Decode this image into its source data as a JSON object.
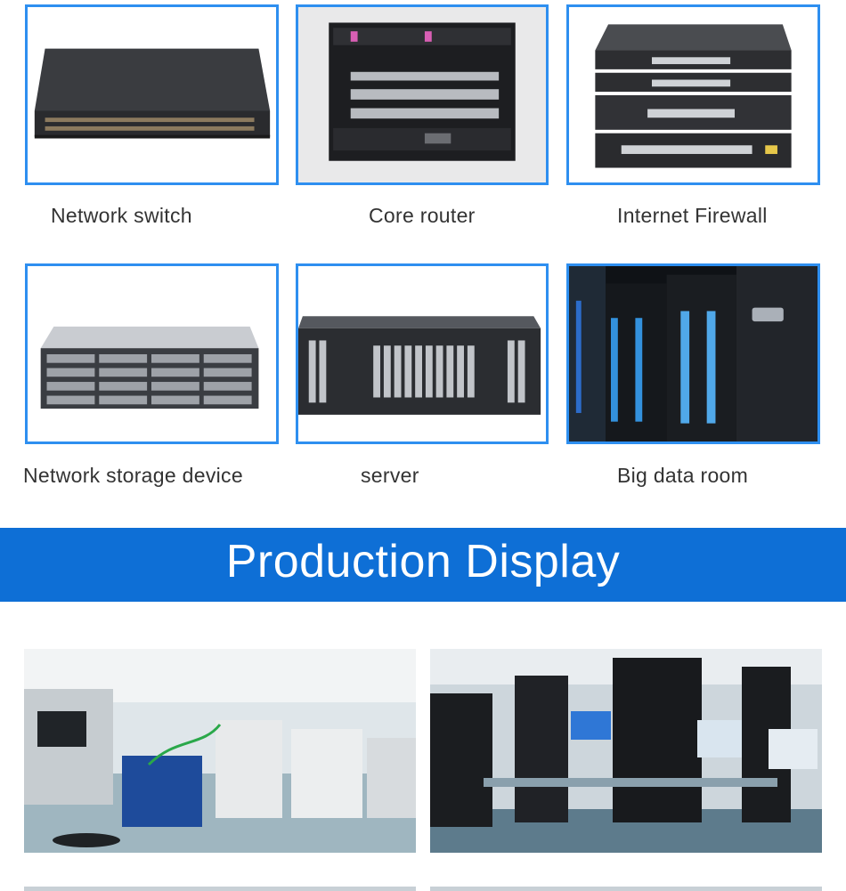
{
  "products": [
    {
      "label": "Network switch",
      "icon": "network-switch-image"
    },
    {
      "label": "Core router",
      "icon": "core-router-image"
    },
    {
      "label": "Internet Firewall",
      "icon": "firewall-image"
    },
    {
      "label": "Network storage device",
      "icon": "storage-device-image"
    },
    {
      "label": "server",
      "icon": "server-image"
    },
    {
      "label": "Big data room",
      "icon": "data-room-image"
    }
  ],
  "section": {
    "title": "Production Display"
  },
  "colors": {
    "accent": "#2e8ff0",
    "banner": "#0e6fd6",
    "caption": "#333333"
  }
}
